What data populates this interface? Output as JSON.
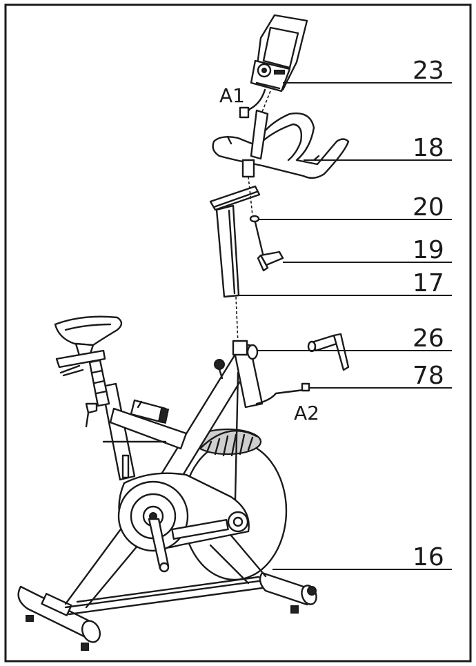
{
  "callouts": {
    "c23": "23",
    "c18": "18",
    "c20": "20",
    "c19": "19",
    "c17": "17",
    "c26": "26",
    "c78": "78",
    "c16": "16"
  },
  "connectors": {
    "a1": "A1",
    "a2": "A2"
  },
  "colors": {
    "ink": "#1a1a1a",
    "background": "#ffffff"
  }
}
